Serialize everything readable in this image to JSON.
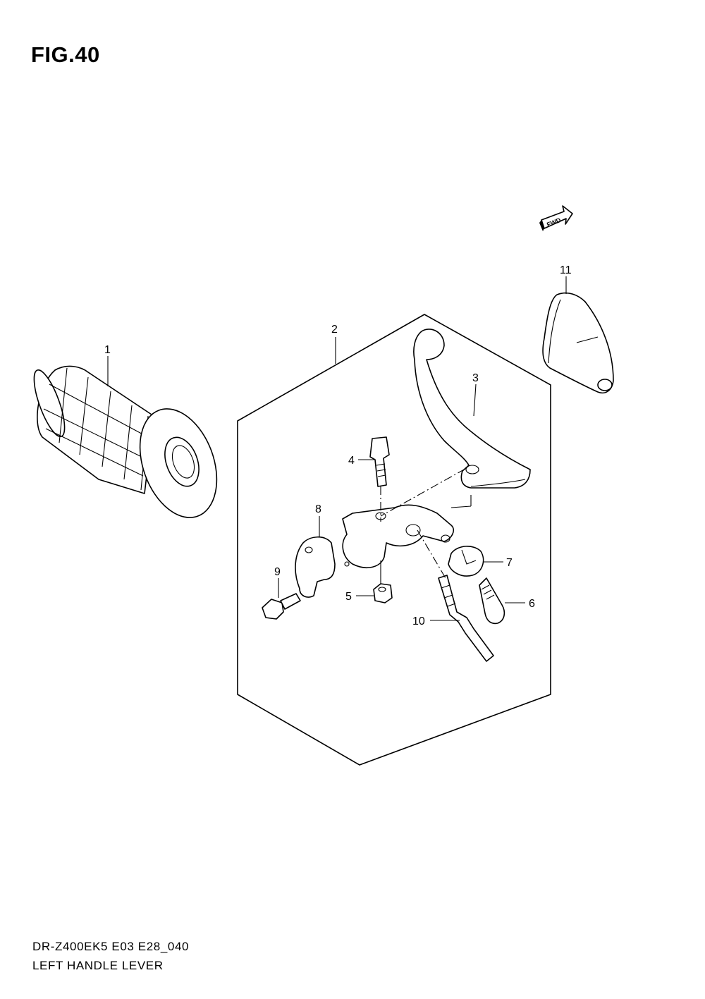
{
  "figure": {
    "title": "FIG.40",
    "model_code": "DR-Z400EK5 E03 E28_040",
    "section_name": "LEFT HANDLE LEVER",
    "direction_badge": "FWD"
  },
  "callouts": [
    {
      "id": "1",
      "label": "1",
      "part": "handlebar grip"
    },
    {
      "id": "2",
      "label": "2",
      "part": "lever assembly"
    },
    {
      "id": "3",
      "label": "3",
      "part": "clutch lever"
    },
    {
      "id": "4",
      "label": "4",
      "part": "pivot bolt"
    },
    {
      "id": "5",
      "label": "5",
      "part": "nut"
    },
    {
      "id": "6",
      "label": "6",
      "part": "cable adjuster"
    },
    {
      "id": "7",
      "label": "7",
      "part": "adjuster cover"
    },
    {
      "id": "8",
      "label": "8",
      "part": "holder clamp"
    },
    {
      "id": "9",
      "label": "9",
      "part": "clamp bolt"
    },
    {
      "id": "10",
      "label": "10",
      "part": "clutch cable"
    },
    {
      "id": "11",
      "label": "11",
      "part": "lever cover"
    }
  ]
}
